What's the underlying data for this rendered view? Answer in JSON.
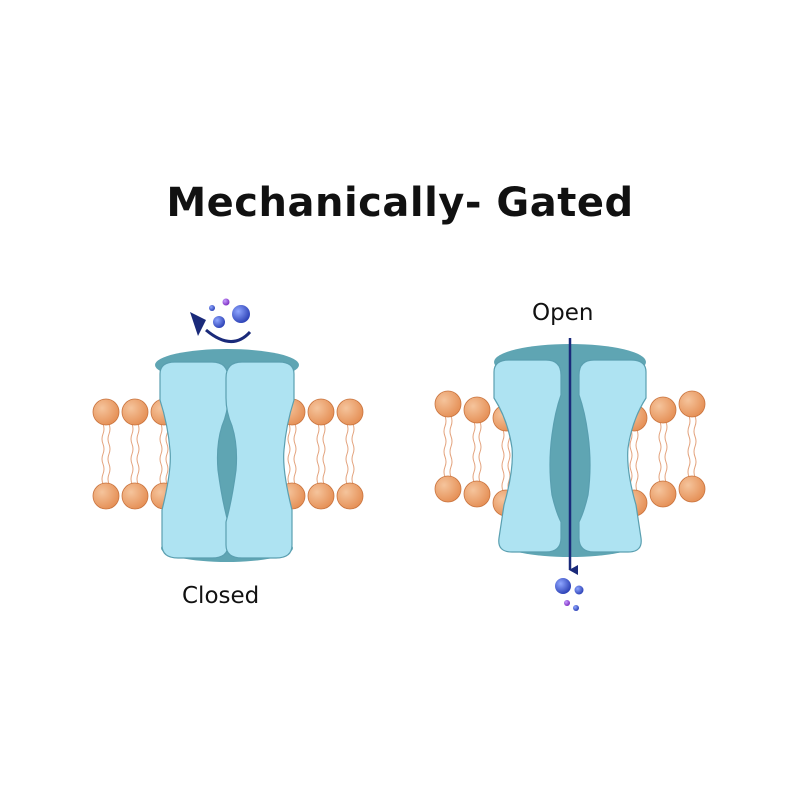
{
  "title": "Mechanically- Gated",
  "panels": [
    {
      "state_label": "Closed"
    },
    {
      "state_label": "Open"
    }
  ],
  "colors": {
    "channel_fill": "#aee3f2",
    "channel_dark": "#5fa5b3",
    "channel_stroke": "#5a9fb0",
    "lipid_head": "#e58f55",
    "lipid_head_highlight": "#f5c49c",
    "lipid_tail": "#e3a27c",
    "arrow": "#1a2a7a",
    "ion_blue": "#2a3fb4",
    "ion_purple": "#7b2cbf"
  },
  "icons": {
    "closed_arrow": "curved-arrow-icon",
    "open_arrow": "down-arrow-icon"
  }
}
